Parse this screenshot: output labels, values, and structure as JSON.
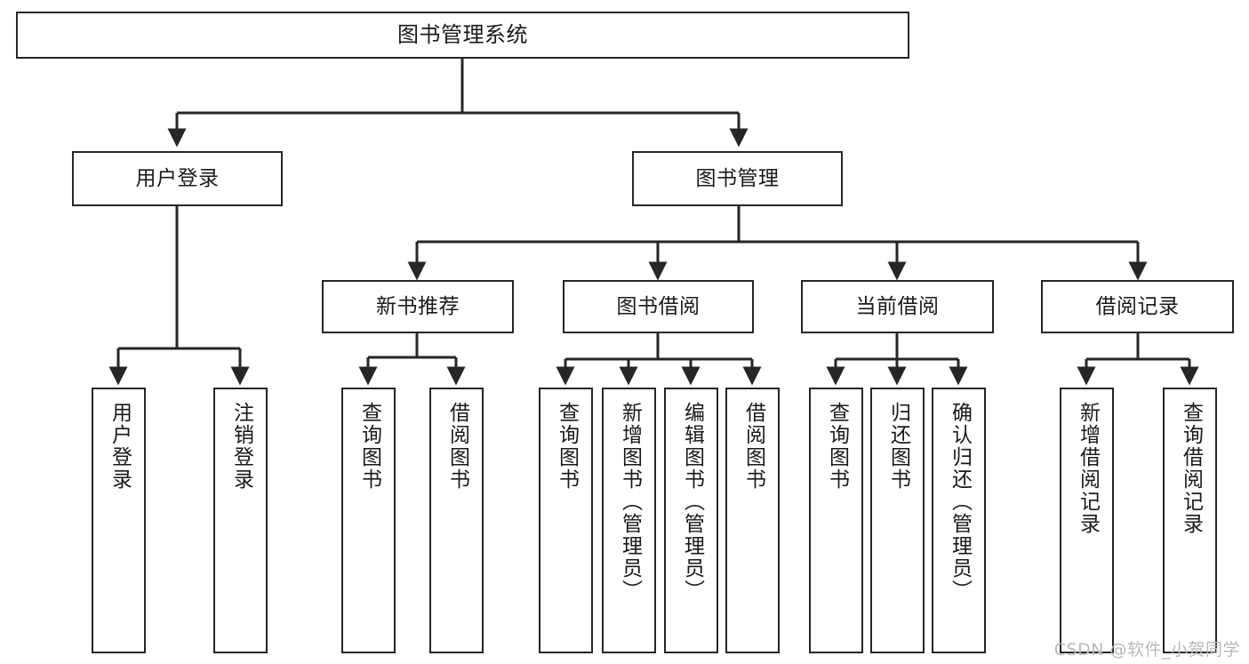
{
  "diagram": {
    "title": "图书管理系统",
    "type": "tree-hierarchy-diagram",
    "colors": {
      "stroke": "#262626",
      "fill": "#ffffff",
      "text": "#1a1a1a",
      "watermark": "#b9b9b9"
    },
    "levels": {
      "root": {
        "label": "图书管理系统"
      },
      "level2": [
        {
          "id": "user-login",
          "label": "用户登录"
        },
        {
          "id": "book-management",
          "label": "图书管理"
        }
      ],
      "level3": [
        {
          "id": "new-book-recommend",
          "label": "新书推荐",
          "parent": "book-management"
        },
        {
          "id": "book-borrow",
          "label": "图书借阅",
          "parent": "book-management"
        },
        {
          "id": "current-borrow",
          "label": "当前借阅",
          "parent": "book-management"
        },
        {
          "id": "borrow-record",
          "label": "借阅记录",
          "parent": "book-management"
        }
      ],
      "leaves": [
        {
          "id": "leaf-user-login",
          "label": "用户登录",
          "parent": "user-login"
        },
        {
          "id": "leaf-logout-login",
          "label": "注销登录",
          "parent": "user-login"
        },
        {
          "id": "leaf-query-book-1",
          "label": "查询图书",
          "parent": "new-book-recommend"
        },
        {
          "id": "leaf-borrow-book-1",
          "label": "借阅图书",
          "parent": "new-book-recommend"
        },
        {
          "id": "leaf-query-book-2",
          "label": "查询图书",
          "parent": "book-borrow"
        },
        {
          "id": "leaf-add-book-admin",
          "label": "新增图书（管理员）",
          "parent": "book-borrow"
        },
        {
          "id": "leaf-edit-book-admin",
          "label": "编辑图书（管理员）",
          "parent": "book-borrow"
        },
        {
          "id": "leaf-borrow-book-2",
          "label": "借阅图书",
          "parent": "book-borrow"
        },
        {
          "id": "leaf-query-book-3",
          "label": "查询图书",
          "parent": "current-borrow"
        },
        {
          "id": "leaf-return-book",
          "label": "归还图书",
          "parent": "current-borrow"
        },
        {
          "id": "leaf-confirm-return-admin",
          "label": "确认归还（管理员）",
          "parent": "current-borrow"
        },
        {
          "id": "leaf-add-borrow-record",
          "label": "新增借阅记录",
          "parent": "borrow-record"
        },
        {
          "id": "leaf-query-borrow-record",
          "label": "查询借阅记录",
          "parent": "borrow-record"
        }
      ]
    },
    "watermark": "CSDN @软件_小贺同学"
  }
}
